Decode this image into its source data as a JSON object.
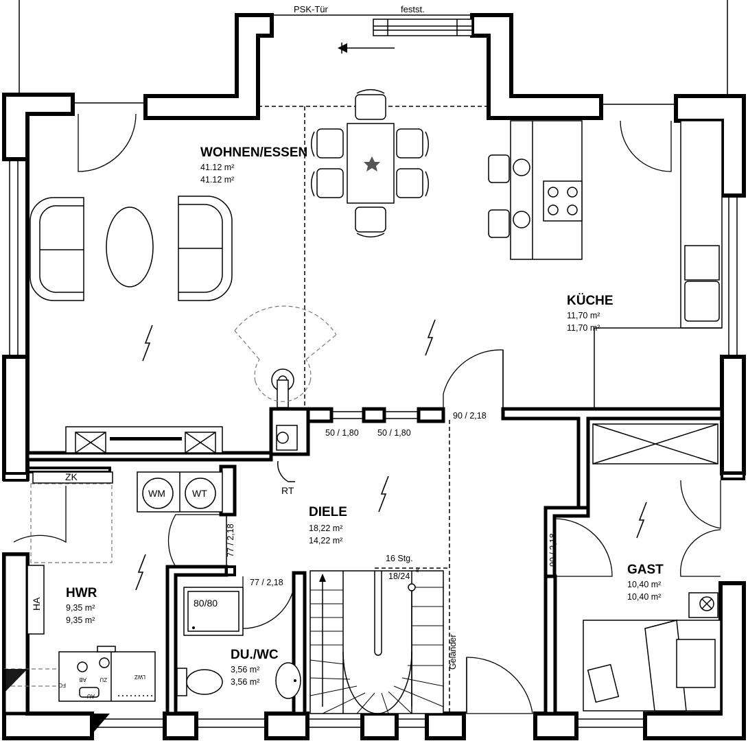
{
  "rooms": {
    "wohnen": {
      "name": "WOHNEN/ESSEN",
      "area1": "41.12 m²",
      "area2": "41.12 m²"
    },
    "kueche": {
      "name": "KÜCHE",
      "area1": "11,70 m²",
      "area2": "11,70 m²"
    },
    "diele": {
      "name": "DIELE",
      "area1": "18,22 m²",
      "area2": "14,22 m²"
    },
    "gast": {
      "name": "GAST",
      "area1": "10,40 m²",
      "area2": "10,40 m²"
    },
    "hwr": {
      "name": "HWR",
      "area1": "9,35 m²",
      "area2": "9,35 m²"
    },
    "duwc": {
      "name": "DU./WC",
      "area1": "3,56 m²",
      "area2": "3,56 m²"
    }
  },
  "labels": {
    "psk_door": "PSK-Tür",
    "fixed": "festst.",
    "rt": "RT",
    "zk": "ZK",
    "ha": "HA",
    "wm": "WM",
    "wt": "WT",
    "shower": "80/80",
    "stairs_count": "16 Stg.",
    "stairs_ratio": "18/24",
    "stairs_ratio_sup": "8",
    "railing": "Geländer",
    "fo": "FO",
    "ab": "AB",
    "zu": "ZU",
    "au": "AU",
    "lwz": "LWZ"
  },
  "dimensions": {
    "window_1": "50 / 1,80",
    "window_2": "50 / 1,80",
    "door_kitchen": "90 / 2,18",
    "door_hwr": "77 / 2,18",
    "door_bath": "77 / 2,18",
    "door_guest": "90 / 2,18"
  }
}
